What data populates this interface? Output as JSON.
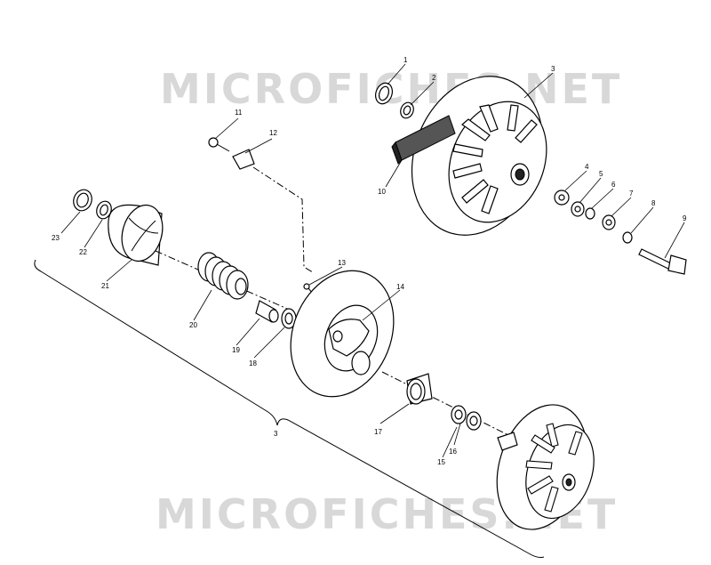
{
  "watermark": {
    "top": "MICROFICHES.NET",
    "bottom": "MICROFICHES.NET"
  },
  "callouts": {
    "c1": "1",
    "c2": "2",
    "c3": "3",
    "c4": "4",
    "c5": "5",
    "c6": "6",
    "c7": "7",
    "c8": "8",
    "c9": "9",
    "c10": "10",
    "c11": "11",
    "c12": "12",
    "c13": "13",
    "c14": "14",
    "c15": "15",
    "c16": "16",
    "c17": "17",
    "c18": "18",
    "c19": "19",
    "c20": "20",
    "c21": "21",
    "c22": "22",
    "c23": "23",
    "assembly": "3"
  }
}
